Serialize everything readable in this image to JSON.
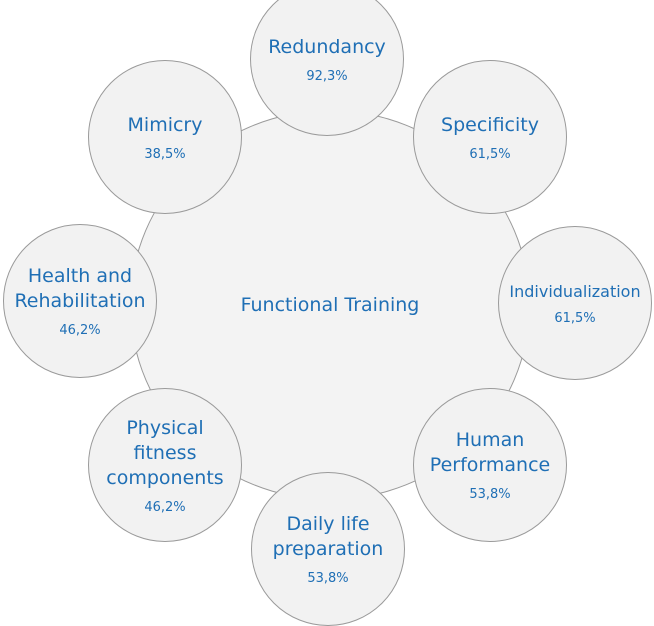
{
  "center": {
    "label": "Functional Training"
  },
  "nodes": [
    {
      "label": "Redundancy",
      "value": "92,3%"
    },
    {
      "label": "Specificity",
      "value": "61,5%"
    },
    {
      "label": "Individualization",
      "value": "61,5%"
    },
    {
      "label": "Human\nPerformance",
      "value": "53,8%"
    },
    {
      "label": "Daily life\npreparation",
      "value": "53,8%"
    },
    {
      "label": "Physical\nfitness\ncomponents",
      "value": "46,2%"
    },
    {
      "label": "Health and\nRehabilitation",
      "value": "46,2%"
    },
    {
      "label": "Mimicry",
      "value": "38,5%"
    }
  ],
  "colors": {
    "text": "#1f6fb5",
    "fill": "#f2f2f2",
    "border": "#9a9a9a"
  }
}
